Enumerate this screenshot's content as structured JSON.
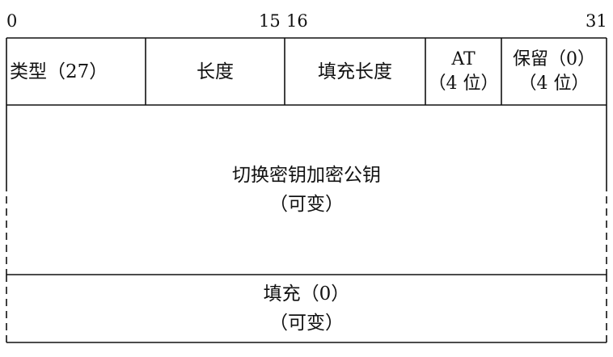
{
  "bit_numbers": [
    "0",
    "15",
    "16",
    "31"
  ],
  "header_fields": [
    {
      "lines": [
        "类型（27）"
      ]
    },
    {
      "lines": [
        "长度"
      ]
    },
    {
      "lines": [
        "填充长度"
      ]
    },
    {
      "lines": [
        "AT",
        "（4 位）"
      ]
    },
    {
      "lines": [
        "保留（0）",
        "（4 位）"
      ]
    }
  ],
  "key_field": {
    "lines": [
      "切换密钥加密公钥",
      "（可变）"
    ]
  },
  "padding_field": {
    "lines": [
      "填充（0）",
      "（可变）"
    ]
  }
}
